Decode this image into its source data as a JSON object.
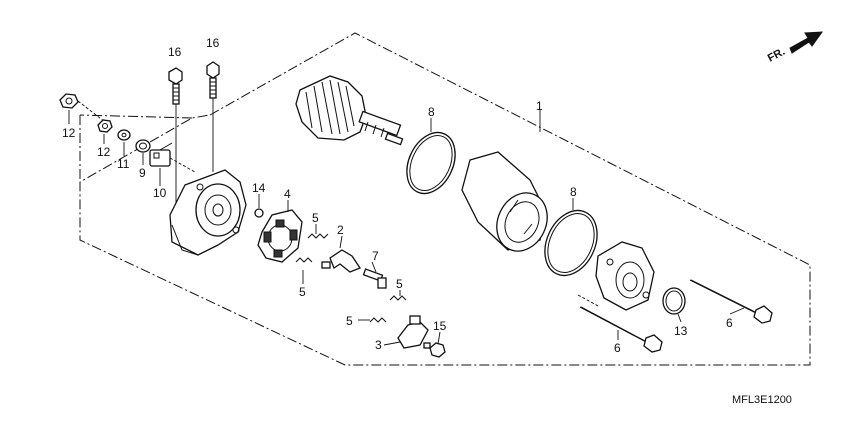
{
  "diagram": {
    "code": "MFL3E1200",
    "direction_label": "FR.",
    "callouts": {
      "c1": "1",
      "c2": "2",
      "c3": "3",
      "c4": "4",
      "c5a": "5",
      "c5b": "5",
      "c5c": "5",
      "c5d": "5",
      "c6a": "6",
      "c6b": "6",
      "c7": "7",
      "c8a": "8",
      "c8b": "8",
      "c9": "9",
      "c10": "10",
      "c11": "11",
      "c12a": "12",
      "c12b": "12",
      "c13": "13",
      "c14": "14",
      "c15": "15",
      "c16a": "16",
      "c16b": "16"
    }
  }
}
